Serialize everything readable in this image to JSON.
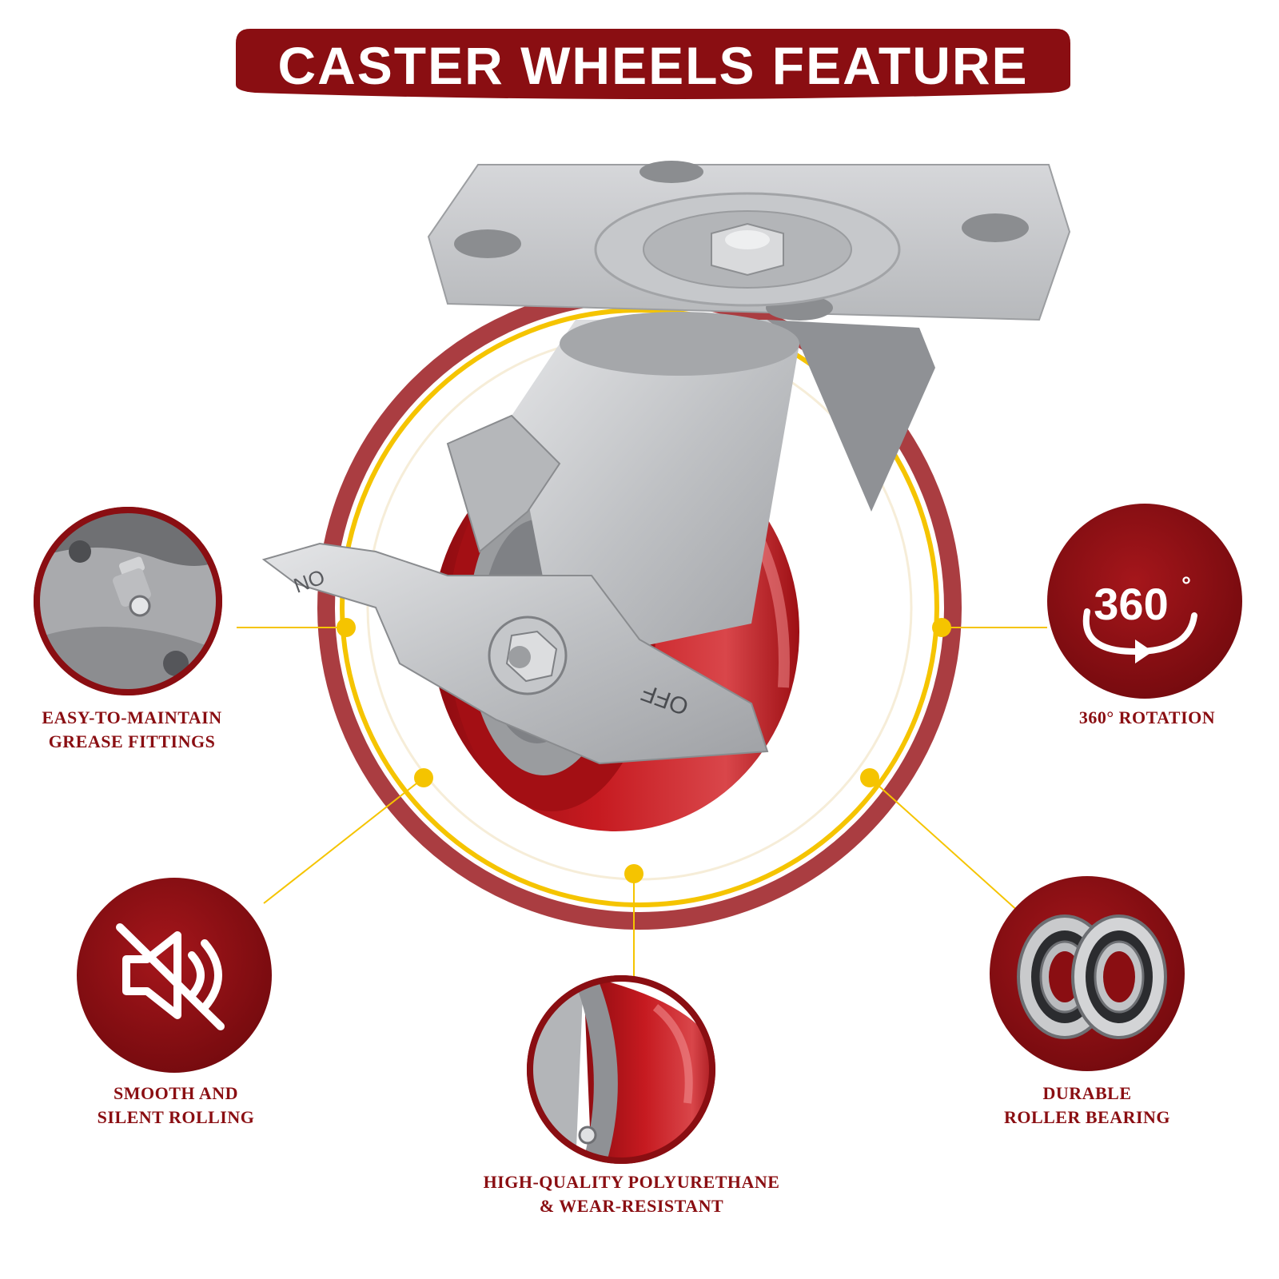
{
  "title": "CASTER WHEELS FEATURE",
  "colors": {
    "brand_red": "#8a0e12",
    "wheel_red": "#c0141a",
    "accent_yellow": "#f5c400",
    "steel": "#c9cacc"
  },
  "features": {
    "grease": {
      "line1": "EASY-TO-MAINTAIN",
      "line2": "GREASE FITTINGS",
      "icon": "grease-fitting-photo"
    },
    "rotation": {
      "line1": "360° ROTATION",
      "icon": "rotation-360-icon",
      "icon_text": "360",
      "icon_degree": "°"
    },
    "silent": {
      "line1": "SMOOTH AND",
      "line2": "SILENT ROLLING",
      "icon": "mute-speaker-icon"
    },
    "polyurethane": {
      "line1": "HIGH-QUALITY POLYURETHANE",
      "line2": "& WEAR-RESISTANT",
      "icon": "polyurethane-wheel-photo"
    },
    "bearing": {
      "line1": "DURABLE",
      "line2": "ROLLER BEARING",
      "icon": "roller-bearing-icon"
    }
  },
  "brake_labels": {
    "on": "ON",
    "off": "OFF"
  }
}
